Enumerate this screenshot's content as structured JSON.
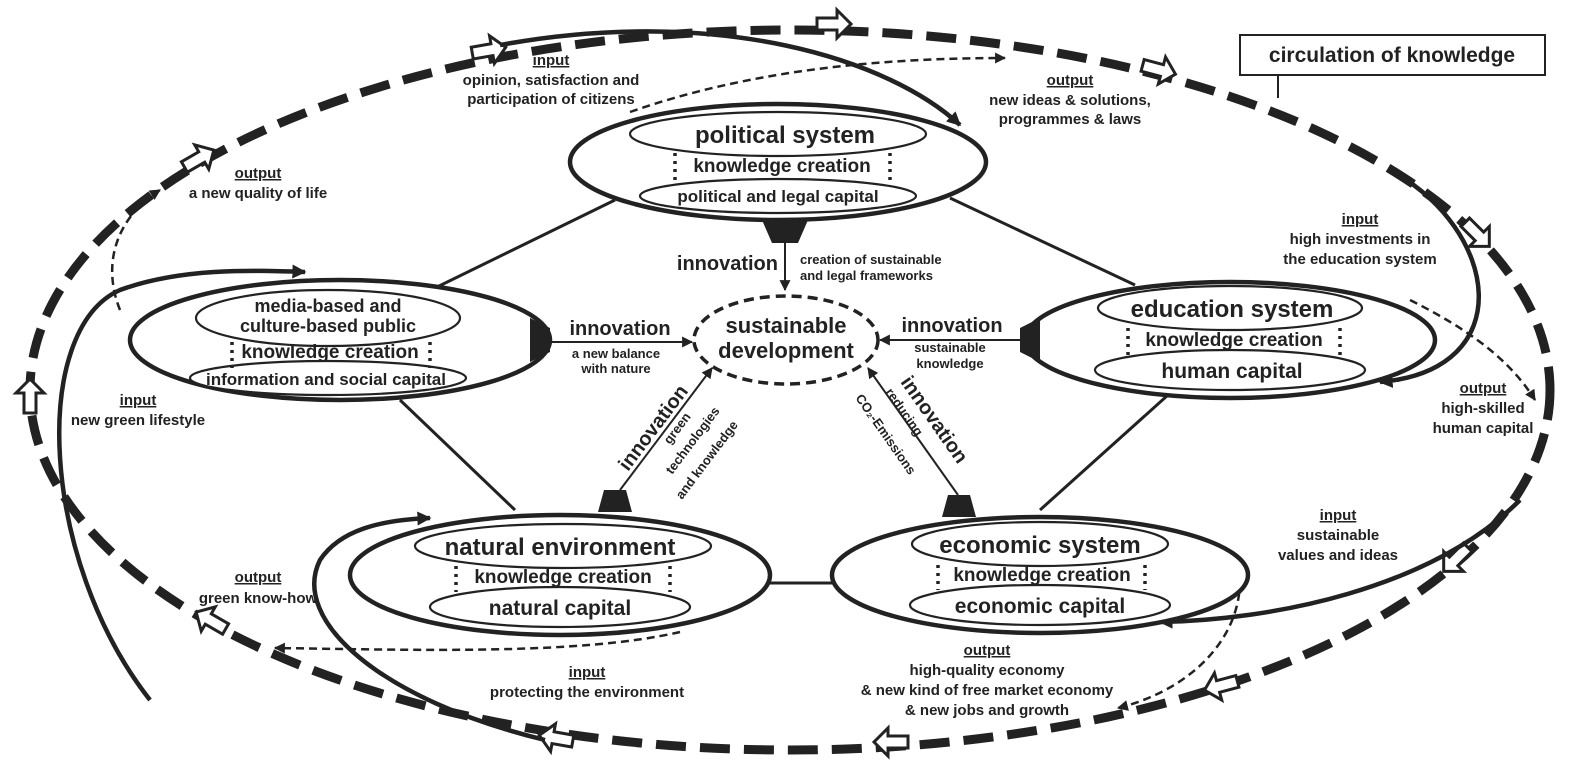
{
  "legend": {
    "label": "circulation of knowledge"
  },
  "center": {
    "line1": "sustainable",
    "line2": "development"
  },
  "nodes": {
    "political": {
      "title": "political system",
      "knowledge": "knowledge creation",
      "capital": "political and legal capital"
    },
    "media": {
      "title_line1": "media-based and",
      "title_line2": "culture-based public",
      "knowledge": "knowledge creation",
      "capital": "information and social capital"
    },
    "education": {
      "title": "education system",
      "knowledge": "knowledge creation",
      "capital": "human capital"
    },
    "natural": {
      "title": "natural environment",
      "knowledge": "knowledge creation",
      "capital": "natural capital"
    },
    "economic": {
      "title": "economic system",
      "knowledge": "knowledge creation",
      "capital": "economic capital"
    }
  },
  "innovation": {
    "word": "innovation",
    "political": [
      "creation of sustainable",
      "and legal frameworks"
    ],
    "media": [
      "a new balance",
      "with nature"
    ],
    "education": [
      "sustainable",
      "knowledge"
    ],
    "natural": [
      "green",
      "technologies",
      "and knowledge"
    ],
    "economic": [
      "reducing",
      "CO₂-Emissions"
    ]
  },
  "flows": {
    "input_word": "input",
    "output_word": "output",
    "political_input": [
      "opinion, satisfaction and",
      "participation of citizens"
    ],
    "political_output": [
      "new ideas & solutions,",
      "programmes & laws"
    ],
    "media_output": [
      "a new quality of life"
    ],
    "media_input": [
      "new green lifestyle"
    ],
    "education_input": [
      "high investments in",
      "the education system"
    ],
    "education_output": [
      "high-skilled",
      "human capital"
    ],
    "economic_input": [
      "sustainable",
      "values and ideas"
    ],
    "economic_output": [
      "high-quality economy",
      "& new kind of free market economy",
      "& new jobs and growth"
    ],
    "natural_output": [
      "green know-how"
    ],
    "natural_input": [
      "protecting the environment"
    ]
  }
}
